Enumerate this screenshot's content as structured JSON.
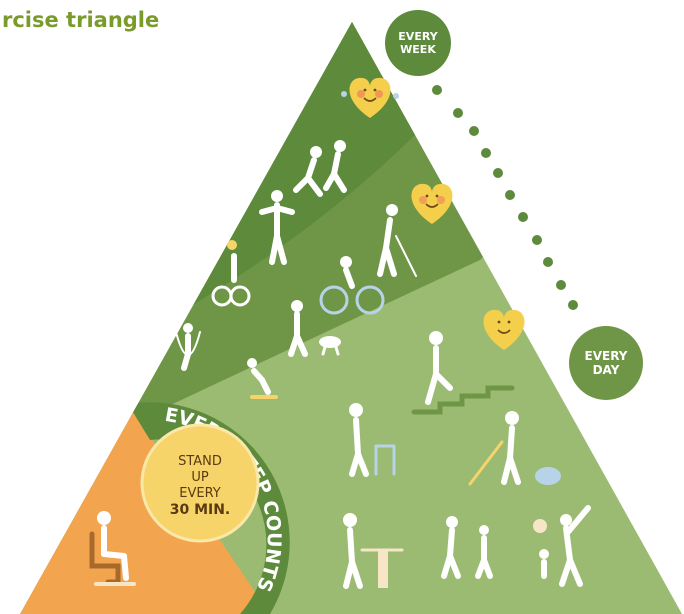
{
  "title": "rcise triangle",
  "ring_text": "EVERY STEP COUNTS",
  "stand_up": {
    "line1": "STAND",
    "line2": "UP",
    "line3": "EVERY",
    "line4": "30 MIN."
  },
  "frequency": {
    "every_week": {
      "line1": "EVERY",
      "line2": "WEEK"
    },
    "every_day": {
      "line1": "EVERY",
      "line2": "DAY"
    }
  },
  "colors": {
    "title": "#7a9a2c",
    "top_band": "#5e8a3c",
    "middle_band": "#6f9647",
    "bottom_band": "#9cbb72",
    "sitting_band": "#f3a44e",
    "stand_up_badge": "#f6d46a",
    "heart": "#f4cf4c"
  },
  "icons": [
    "heart-face-icon",
    "running-couple-icon",
    "weightlifting-icon",
    "wheelchair-ball-icon",
    "jump-rope-icon",
    "cycling-icon",
    "gardening-icon",
    "dog-walking-icon",
    "skateboarding-icon",
    "stair-climbing-icon",
    "walker-icon",
    "vacuuming-icon",
    "standing-desk-icon",
    "walking-kids-icon",
    "playing-family-icon",
    "sitting-person-icon"
  ]
}
